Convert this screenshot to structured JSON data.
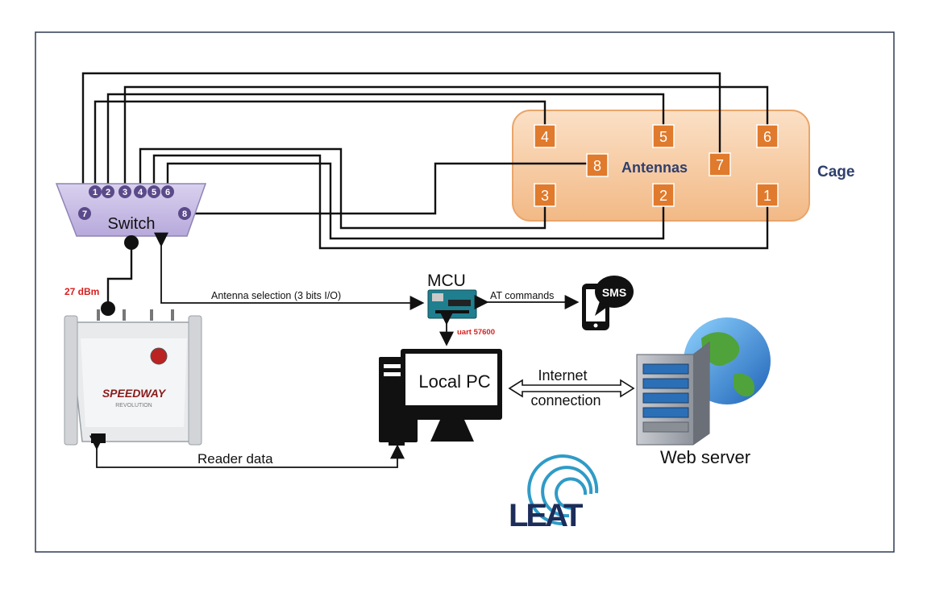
{
  "switch": {
    "label": "Switch",
    "ports": [
      "1",
      "2",
      "3",
      "4",
      "5",
      "6",
      "7",
      "8"
    ]
  },
  "cage": {
    "label": "Cage",
    "antennas_label": "Antennas",
    "antennas": [
      "4",
      "5",
      "6",
      "8",
      "7",
      "3",
      "2",
      "1"
    ]
  },
  "labels": {
    "power": "27 dBm",
    "antenna_selection": "Antenna selection (3 bits I/O)",
    "mcu": "MCU",
    "at_commands": "AT commands",
    "sms": "SMS",
    "uart": "uart 57600",
    "local_pc": "Local PC",
    "internet_line1": "Internet",
    "internet_line2": "connection",
    "web_server": "Web server",
    "reader_data": "Reader data",
    "reader_brand": "SPEEDWAY",
    "reader_sub": "REVOLUTION",
    "logo": "LEAT"
  },
  "colors": {
    "antenna_orange": "#e07a2c",
    "cage_fill": "#f6c9a0",
    "port_purple": "#5b4a8a",
    "switch_fill": "#c9bfe0",
    "cage_text": "#2e3f6e",
    "power_red": "#d62020"
  }
}
